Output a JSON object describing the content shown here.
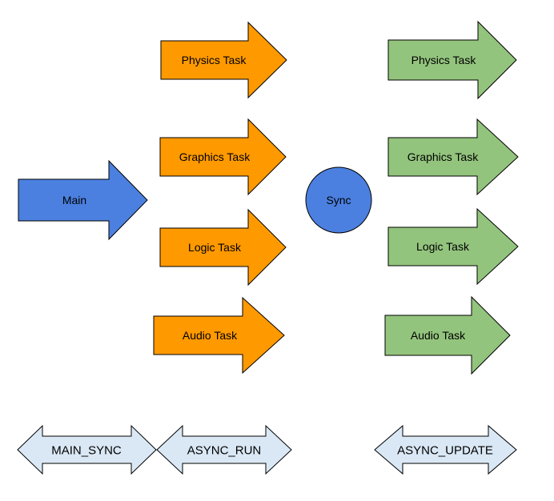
{
  "diagram": {
    "colors": {
      "main_arrow": "#4B80E0",
      "sync_node": "#4B80E0",
      "run_task_arrow": "#FF9900",
      "update_task_arrow": "#93C47D",
      "phase_arrow": "#DAE8F5",
      "stroke": "#000000",
      "background": "#FFFFFF"
    },
    "main_arrow": {
      "label": "Main"
    },
    "sync_node": {
      "label": "Sync"
    },
    "run_tasks": [
      {
        "label": "Physics Task"
      },
      {
        "label": "Graphics Task"
      },
      {
        "label": "Logic Task"
      },
      {
        "label": "Audio Task"
      }
    ],
    "update_tasks": [
      {
        "label": "Physics Task"
      },
      {
        "label": "Graphics Task"
      },
      {
        "label": "Logic Task"
      },
      {
        "label": "Audio Task"
      }
    ],
    "phases": [
      {
        "label": "MAIN_SYNC"
      },
      {
        "label": "ASYNC_RUN"
      },
      {
        "label": "ASYNC_UPDATE"
      }
    ]
  }
}
